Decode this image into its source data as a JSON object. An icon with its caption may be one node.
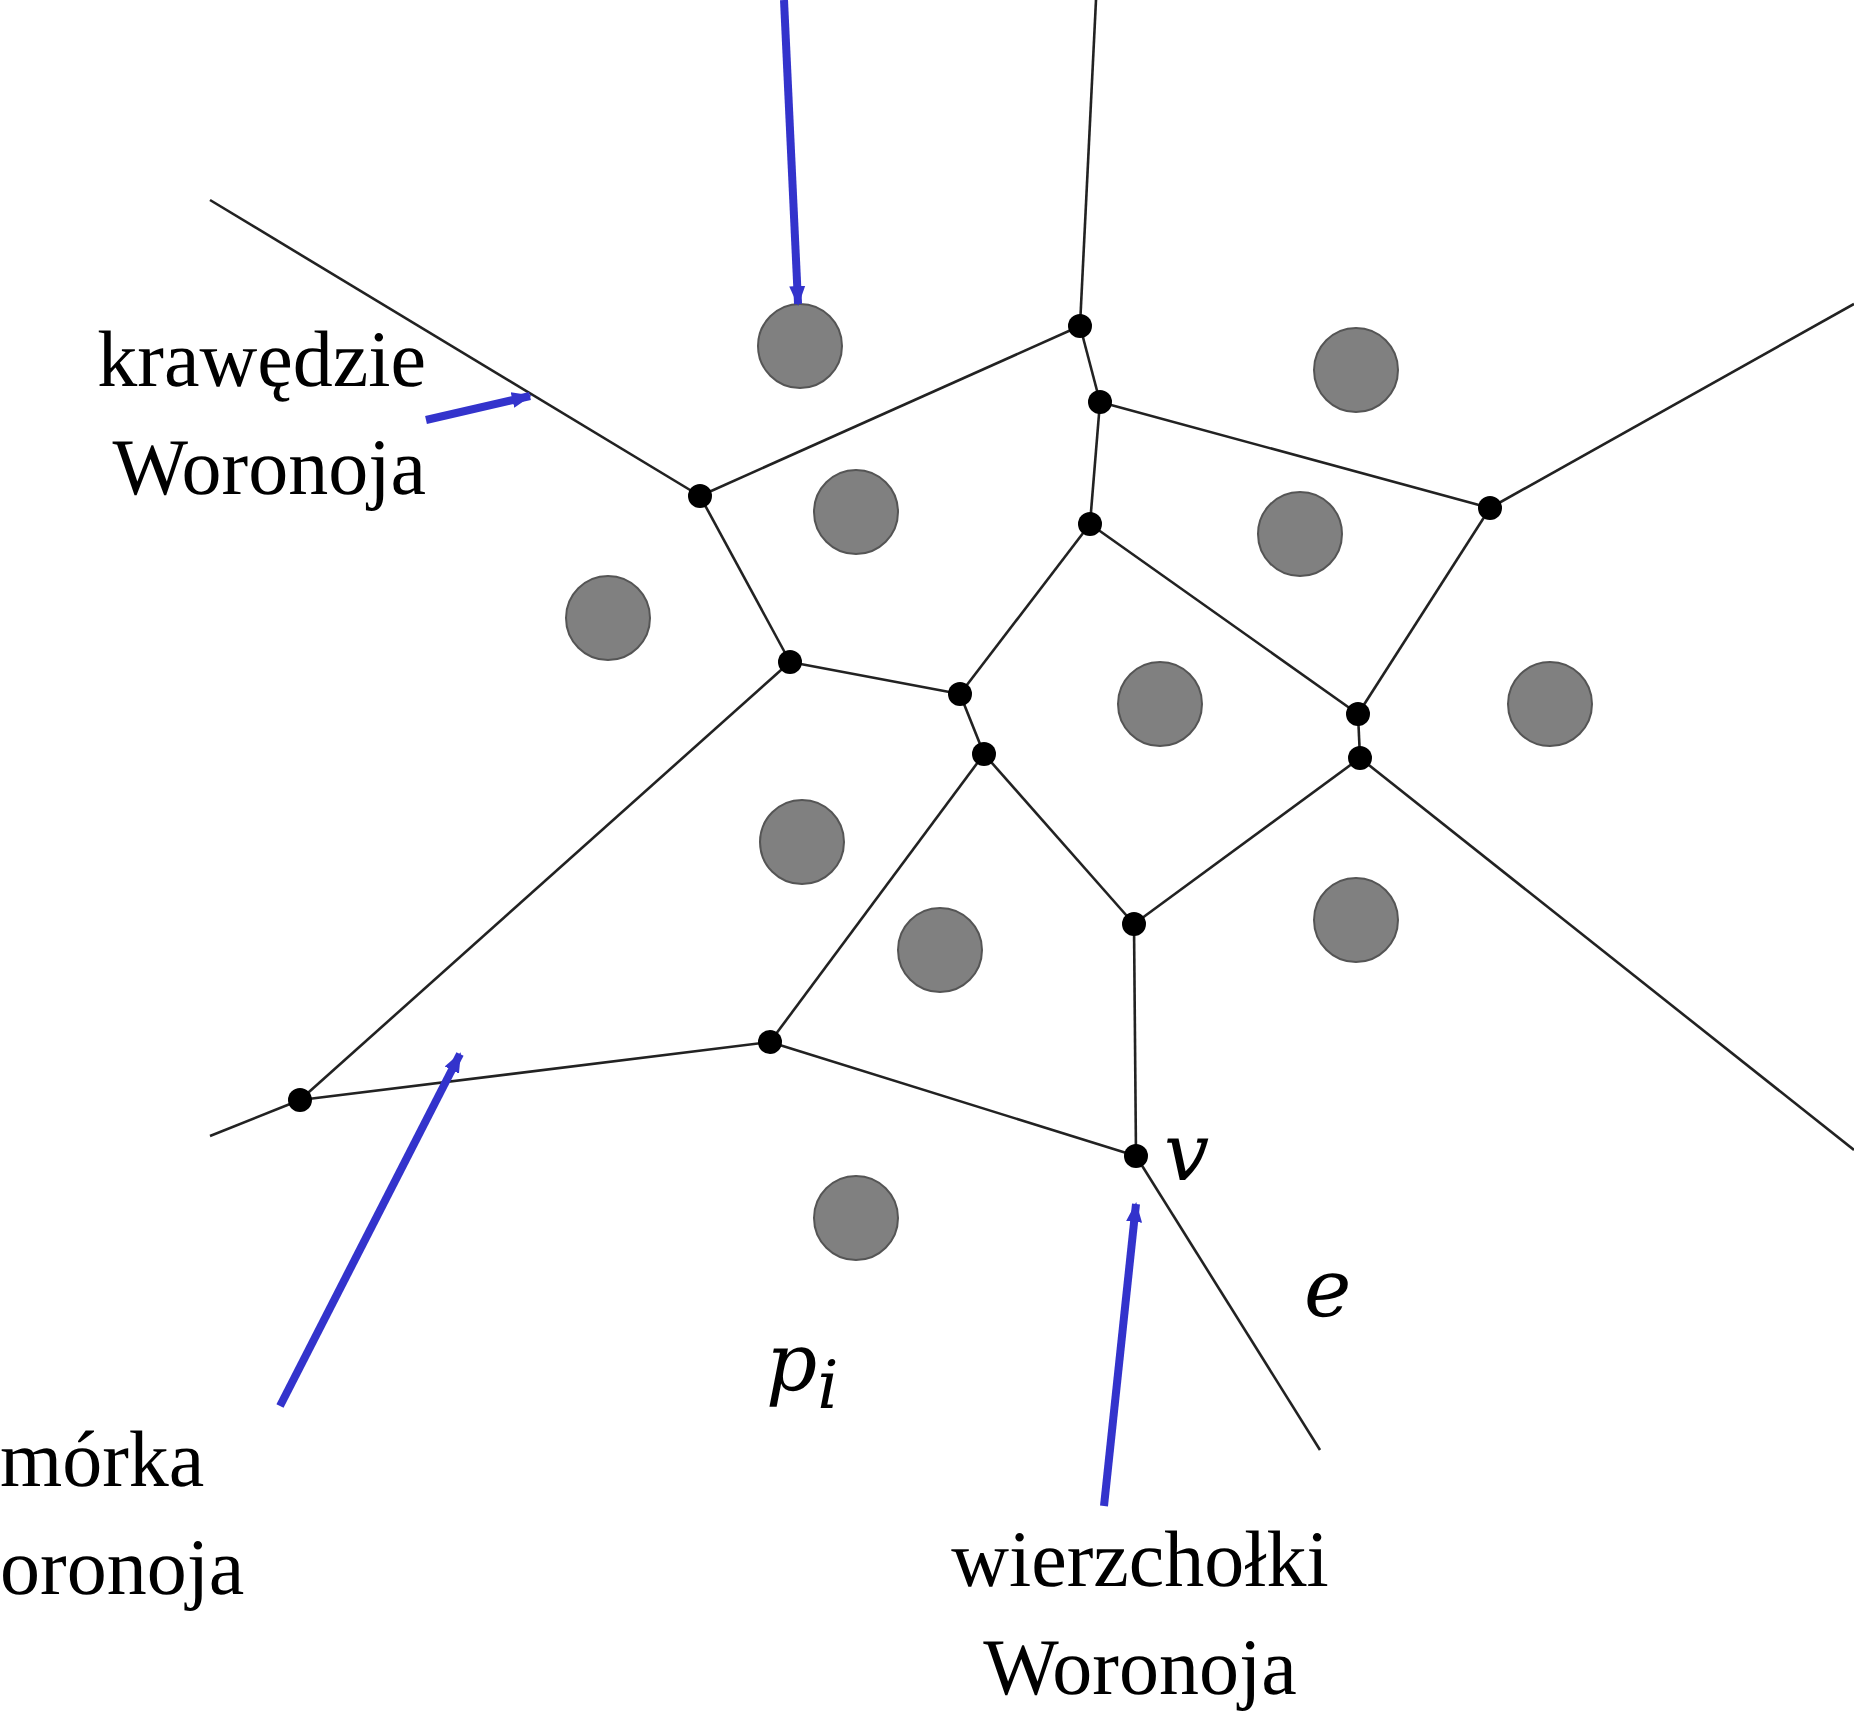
{
  "diagram": {
    "nodes": [
      {
        "text": [
          "krawędzie Woronoja"
        ]
      },
      {
        "text": [
          "mórka oronoja"
        ]
      },
      {
        "text": [
          "wierzchołki Woronoja"
        ]
      },
      {
        "text": [],
        "shape": "circle"
      }
    ],
    "edges": [
      {
        "from": null,
        "to": 3,
        "arrow": "to"
      },
      {
        "from": 0,
        "to": null,
        "arrow": "to"
      },
      {
        "from": 1,
        "to": null,
        "arrow": "to"
      },
      {
        "from": 2,
        "to": null,
        "arrow": "to"
      }
    ],
    "labels": [
      "v",
      "e",
      "p$_{i}$"
    ]
  }
}
